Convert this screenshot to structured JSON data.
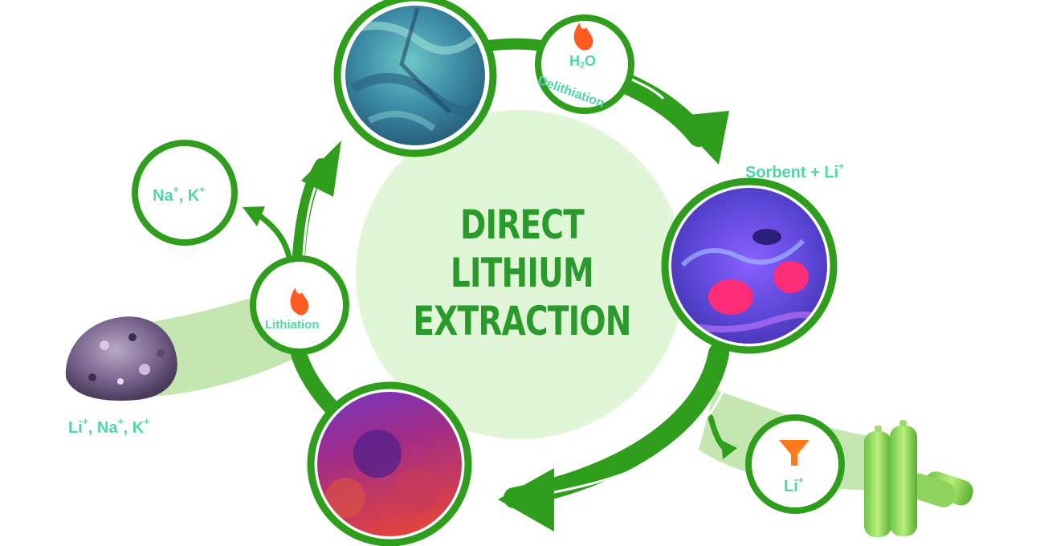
{
  "title_lines": [
    "DIRECT",
    "LITHIUM",
    "EXTRACTION"
  ],
  "labels": {
    "water_main": "H",
    "water_sub": "2",
    "water_tail": "O",
    "delithiation": "Delithiation",
    "sorbent_main": "Sorbent + Li",
    "sorbent_sup": "+",
    "na": "Na",
    "na_sup": "+",
    "k_prefix": ", K",
    "k_sup": "+",
    "lithiation": "Lithiation",
    "ore_li": "Li",
    "ore_li_sup": "+",
    "ore_na": ", Na",
    "ore_na_sup": "+",
    "ore_k": ", K",
    "ore_k_sup": "+",
    "product_li": "Li",
    "product_li_sup": "+"
  },
  "colors": {
    "arrow_green": "#2f9e1c",
    "light_green": "#c4e6b1",
    "center_fill": "#e1f6d6",
    "title_green": "#2a9a2c",
    "label_teal": "#4fd6a8",
    "flame_orange": "#ff5a1f",
    "filter_orange": "#ff7a1a"
  },
  "icons": [
    "flame-icon",
    "filter-icon"
  ]
}
